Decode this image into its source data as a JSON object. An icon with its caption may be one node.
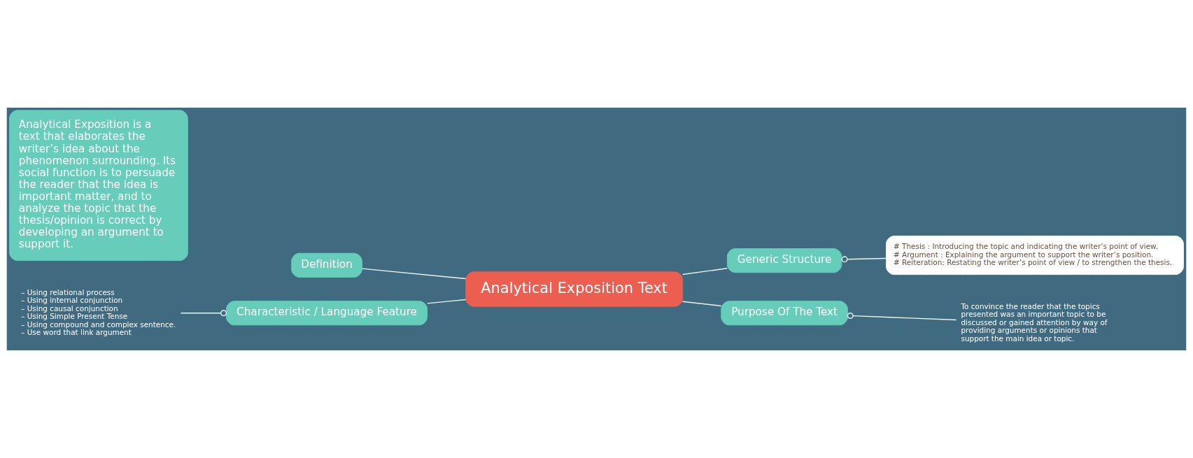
{
  "diagram": {
    "nodes": [
      {
        "text": [
          "Analytical Exposition Text"
        ]
      },
      {
        "text": [
          "Definition"
        ]
      },
      {
        "text": [
          "Analytical Exposition is a text that elaborates the writer’s idea about the phenomenon surrounding. Its social function is to persuade the reader that the idea is important matter, and to analyze the topic that the thesis/opinion is correct by developing an argument to support it."
        ]
      },
      {
        "text": [
          "Generic Structure"
        ]
      },
      {
        "text": [
          "# Thesis : Introducing the topic and indicating the writer’s point of view.",
          "# Argument : Explaining the argument to support the writer’s position.",
          "# Reiteration: Restating the writer’s point of view / to strengthen the thesis."
        ]
      },
      {
        "text": [
          "Purpose Of The Text"
        ]
      },
      {
        "text": [
          "To convince the reader that the topics presented was an important topic to be discussed or gained attention by way of providing arguments or opinions that support the main idea or topic."
        ]
      },
      {
        "text": [
          "Characteristic / Language Feature"
        ]
      },
      {
        "text": [
          "– Using relational process",
          "– Using internal conjunction",
          "– Using causal conjunction",
          "– Using Simple Present Tense",
          "– Using compound and complex sentence.",
          "– Use word that link argument"
        ]
      }
    ],
    "edges": [
      {
        "from": 0,
        "to": 1,
        "arrow": "none"
      },
      {
        "from": 0,
        "to": 3,
        "arrow": "none"
      },
      {
        "from": 0,
        "to": 5,
        "arrow": "none"
      },
      {
        "from": 0,
        "to": 7,
        "arrow": "none"
      },
      {
        "from": 3,
        "to": 4,
        "arrow": "other"
      },
      {
        "from": 5,
        "to": 6,
        "arrow": "other"
      },
      {
        "from": 7,
        "to": 8,
        "arrow": "other"
      }
    ]
  }
}
